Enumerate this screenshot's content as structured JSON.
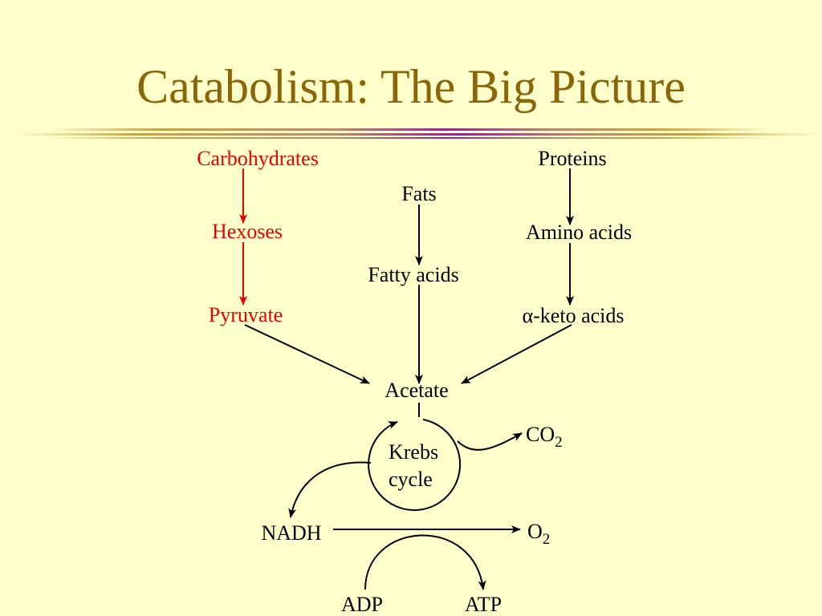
{
  "title": "Catabolism: The Big Picture",
  "nodes": {
    "carbohydrates": "Carbohydrates",
    "hexoses": "Hexoses",
    "pyruvate": "Pyruvate",
    "fats": "Fats",
    "fatty_acids": "Fatty acids",
    "proteins": "Proteins",
    "amino_acids": "Amino acids",
    "alpha": "α",
    "keto_acids": "-keto acids",
    "acetate": "Acetate",
    "krebs": "Krebs",
    "cycle": "cycle",
    "co": "CO",
    "co_sub": "2",
    "nadh": "NADH",
    "o": "O",
    "o_sub": "2",
    "adp": "ADP",
    "atp": "ATP"
  },
  "colors": {
    "title": "#8b6508",
    "carbohydrate_path": "#ee0000",
    "default": "#000000",
    "background": "#ffffcc"
  }
}
